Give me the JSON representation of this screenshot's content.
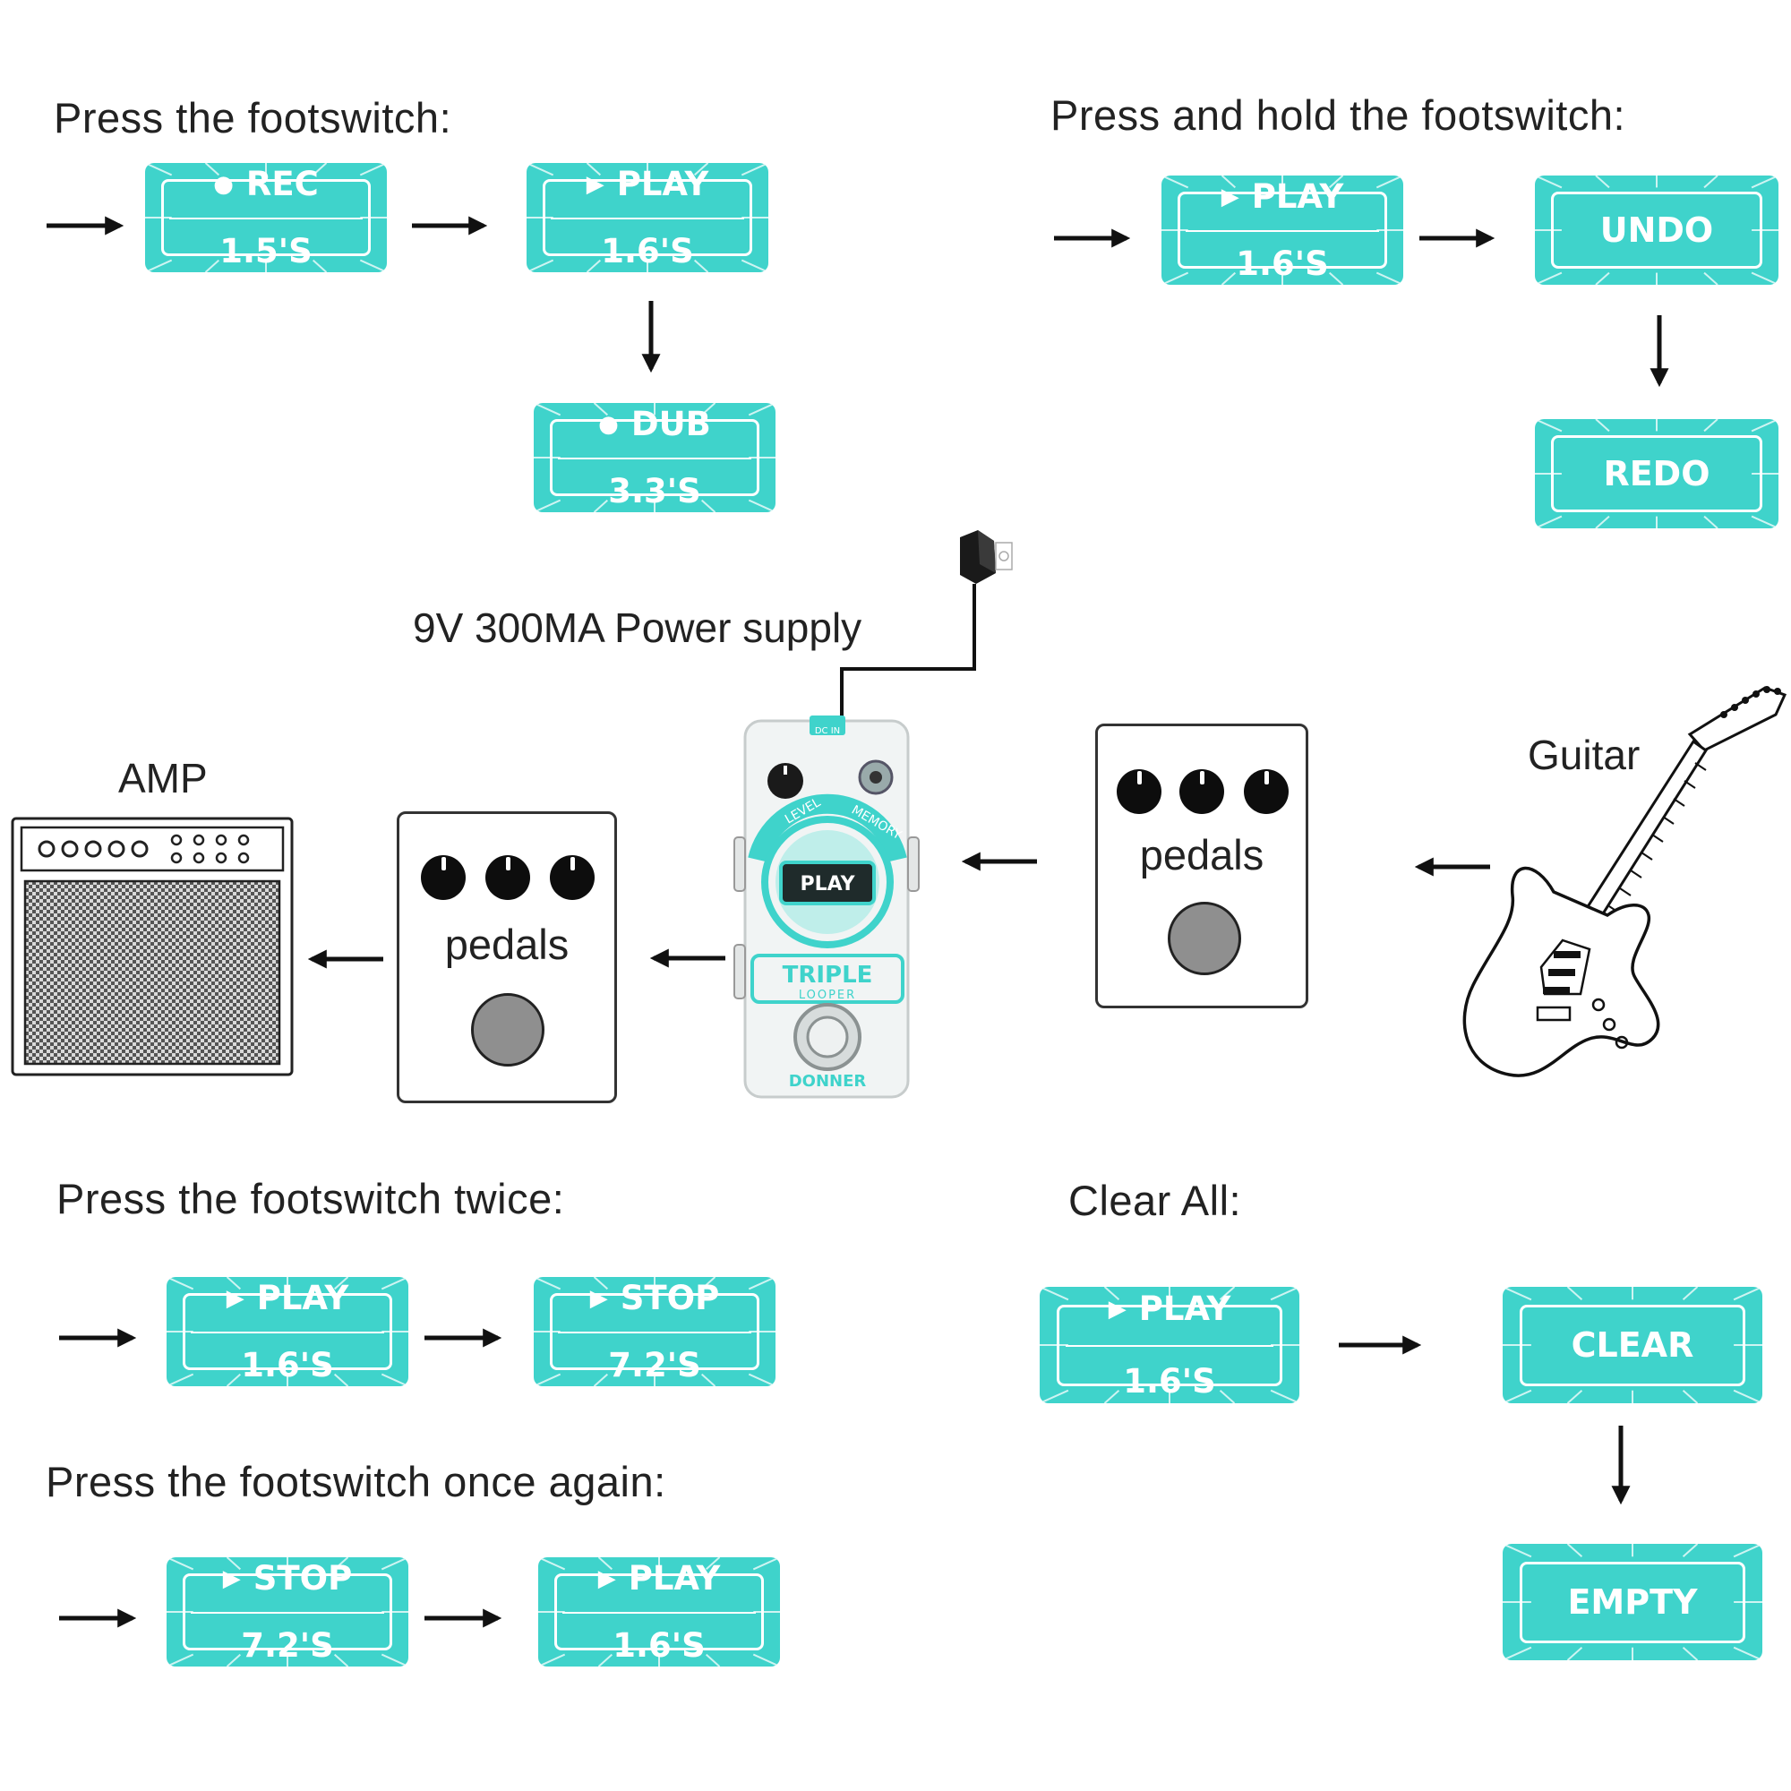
{
  "sections": {
    "press": "Press the footswitch:",
    "hold": "Press and hold the footswitch:",
    "twice": "Press the footswitch twice:",
    "again": "Press the footswitch once again:",
    "clear": "Clear All:"
  },
  "displays": {
    "rec": {
      "mark": "●",
      "line1": "REC",
      "line2": "1.5'S"
    },
    "play1": {
      "mark": "▶",
      "line1": "PLAY",
      "line2": "1.6'S"
    },
    "dub": {
      "mark": "●",
      "line1": "DUB",
      "line2": "3.3'S"
    },
    "play2": {
      "mark": "▶",
      "line1": "PLAY",
      "line2": "1.6'S"
    },
    "undo": {
      "text": "UNDO"
    },
    "redo": {
      "text": "REDO"
    },
    "play3": {
      "mark": "▶",
      "line1": "PLAY",
      "line2": "1.6'S"
    },
    "stop1": {
      "mark": "▶",
      "line1": "STOP",
      "line2": "7.2'S"
    },
    "play4": {
      "mark": "▶",
      "line1": "PLAY",
      "line2": "1.6'S"
    },
    "clear_box": {
      "text": "CLEAR"
    },
    "stop2": {
      "mark": "▶",
      "line1": "STOP",
      "line2": "7.2'S"
    },
    "play5": {
      "mark": "▶",
      "line1": "PLAY",
      "line2": "1.6'S"
    },
    "empty": {
      "text": "EMPTY"
    }
  },
  "signal_chain": {
    "power_label": "9V 300MA Power supply",
    "amp_label": "AMP",
    "guitar_label": "Guitar",
    "pedals_label": "pedals",
    "looper": {
      "dc_in": "DC IN",
      "knob_level": "LEVEL",
      "knob_memory": "MEMORY",
      "screen_text": "PLAY",
      "name": "TRIPLE",
      "subname": "LOOPER",
      "brand": "DONNER"
    }
  },
  "colors": {
    "display_teal": "#3fd3cb",
    "pedal_body": "#f1f4f4",
    "ink": "#111111"
  },
  "icons": [
    "right-arrow-icon",
    "down-arrow-icon",
    "left-arrow-icon",
    "power-adapter-icon",
    "amp-icon",
    "guitar-icon",
    "looper-pedal-icon"
  ]
}
